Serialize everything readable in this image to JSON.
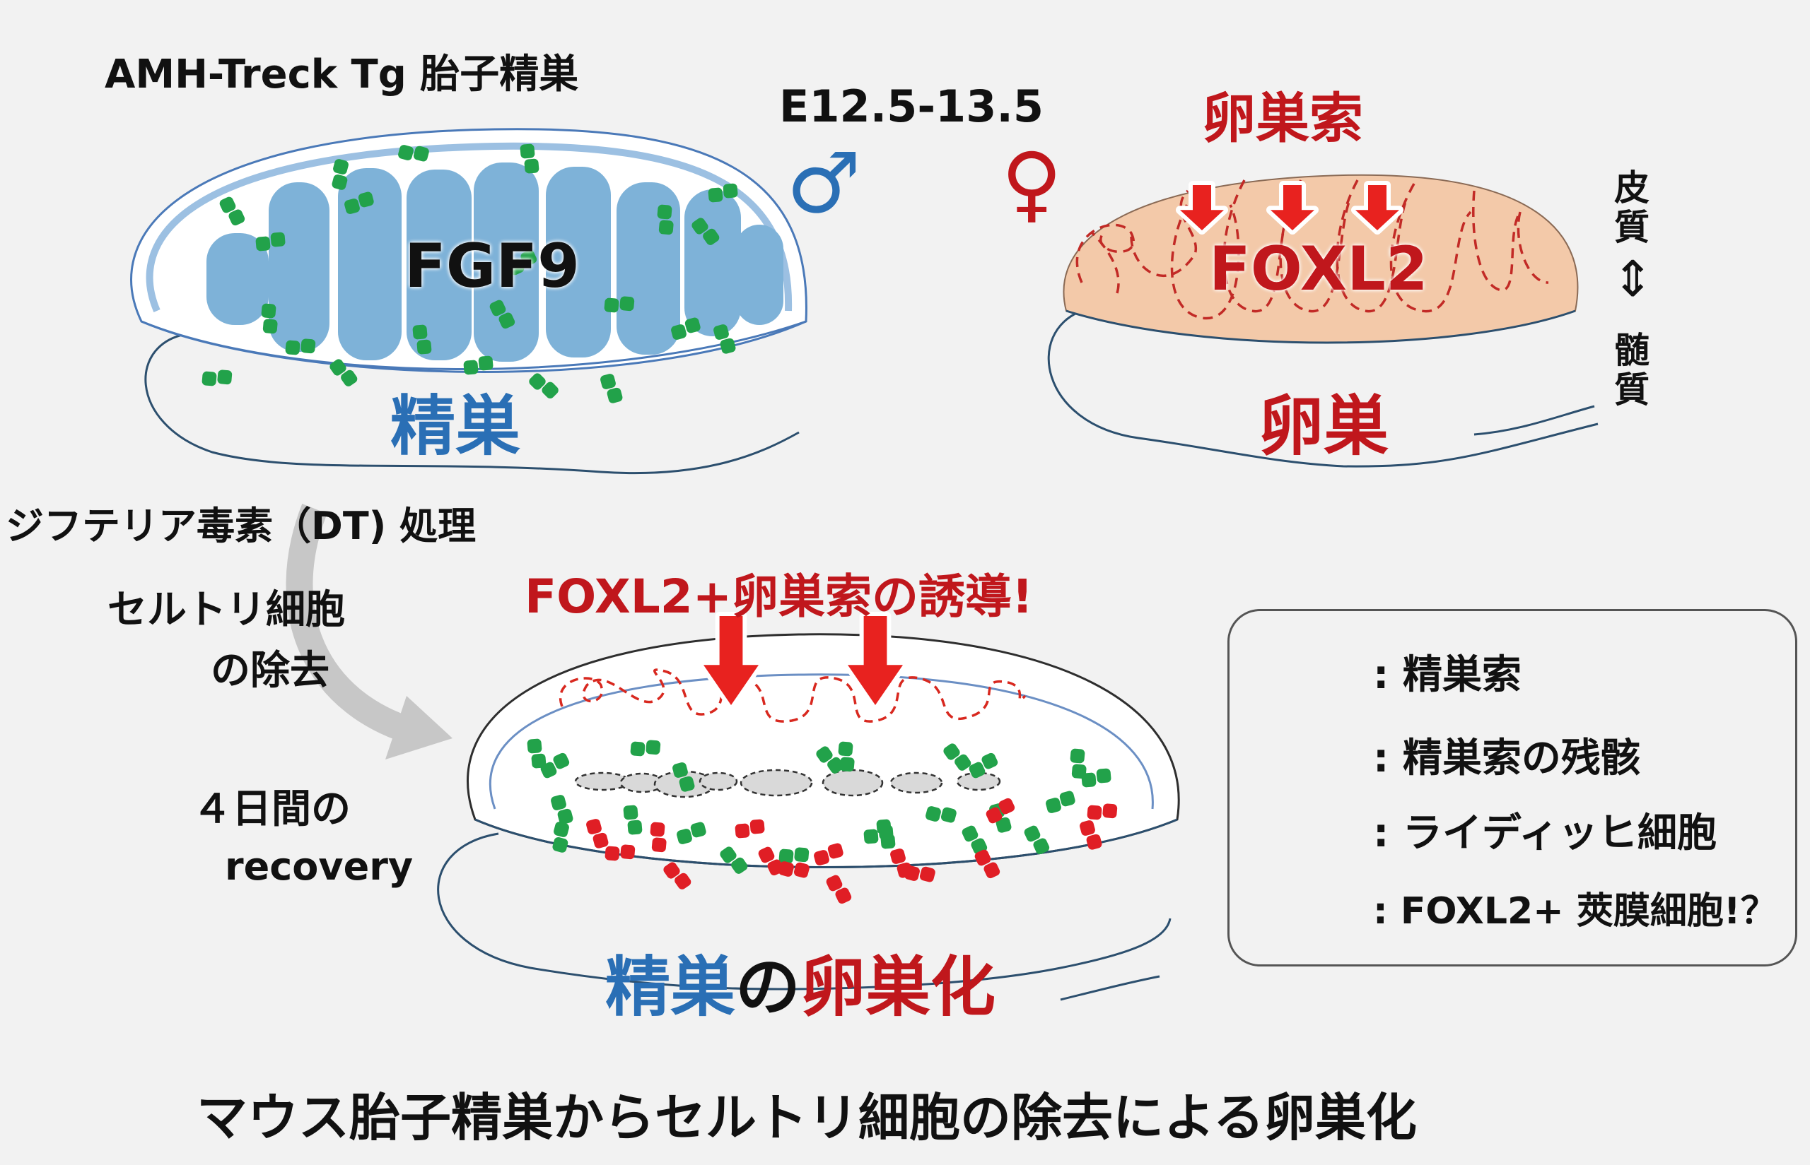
{
  "top_left": {
    "title": "AMH-Treck Tg 胎子精巣",
    "center_label": "FGF9",
    "organ_label": "精巣"
  },
  "middle": {
    "stage": "E12.5-13.5",
    "male_symbol": "♂",
    "female_symbol": "♀"
  },
  "top_right": {
    "title": "卵巣索",
    "center_label": "FOXL2",
    "organ_label": "卵巣",
    "axis_top": "皮質",
    "axis_arrow": "⇕",
    "axis_bottom": "髄質"
  },
  "treatment": {
    "line1": "ジフテリア毒素（DT) 処理",
    "line2a": "セルトリ細胞",
    "line2b": "の除去",
    "line3a": "４日間の",
    "line3b": "recovery"
  },
  "bottom": {
    "title": "FOXL2+卵巣索の誘導!",
    "label_part1": "精巣",
    "label_part2": "の",
    "label_part3": "卵巣化"
  },
  "legend": {
    "items": [
      {
        "label": ": 精巣索"
      },
      {
        "label": ": 精巣索の残骸"
      },
      {
        "label": ": ライディッヒ細胞"
      },
      {
        "label": ": FOXL2+ 莢膜細胞!？"
      }
    ]
  },
  "caption": "マウス胎子精巣からセルトリ細胞の除去による卵巣化",
  "colors": {
    "cord_blue": "#7eb2d8",
    "leydig_green": "#22a24a",
    "theca_red": "#e01e25",
    "ovary_fill": "#f3c9a9",
    "label_blue": "#2a6fb5",
    "label_red": "#c0171c",
    "arrow_red": "#e8221f",
    "gray_arrow": "#c7c7c7"
  }
}
